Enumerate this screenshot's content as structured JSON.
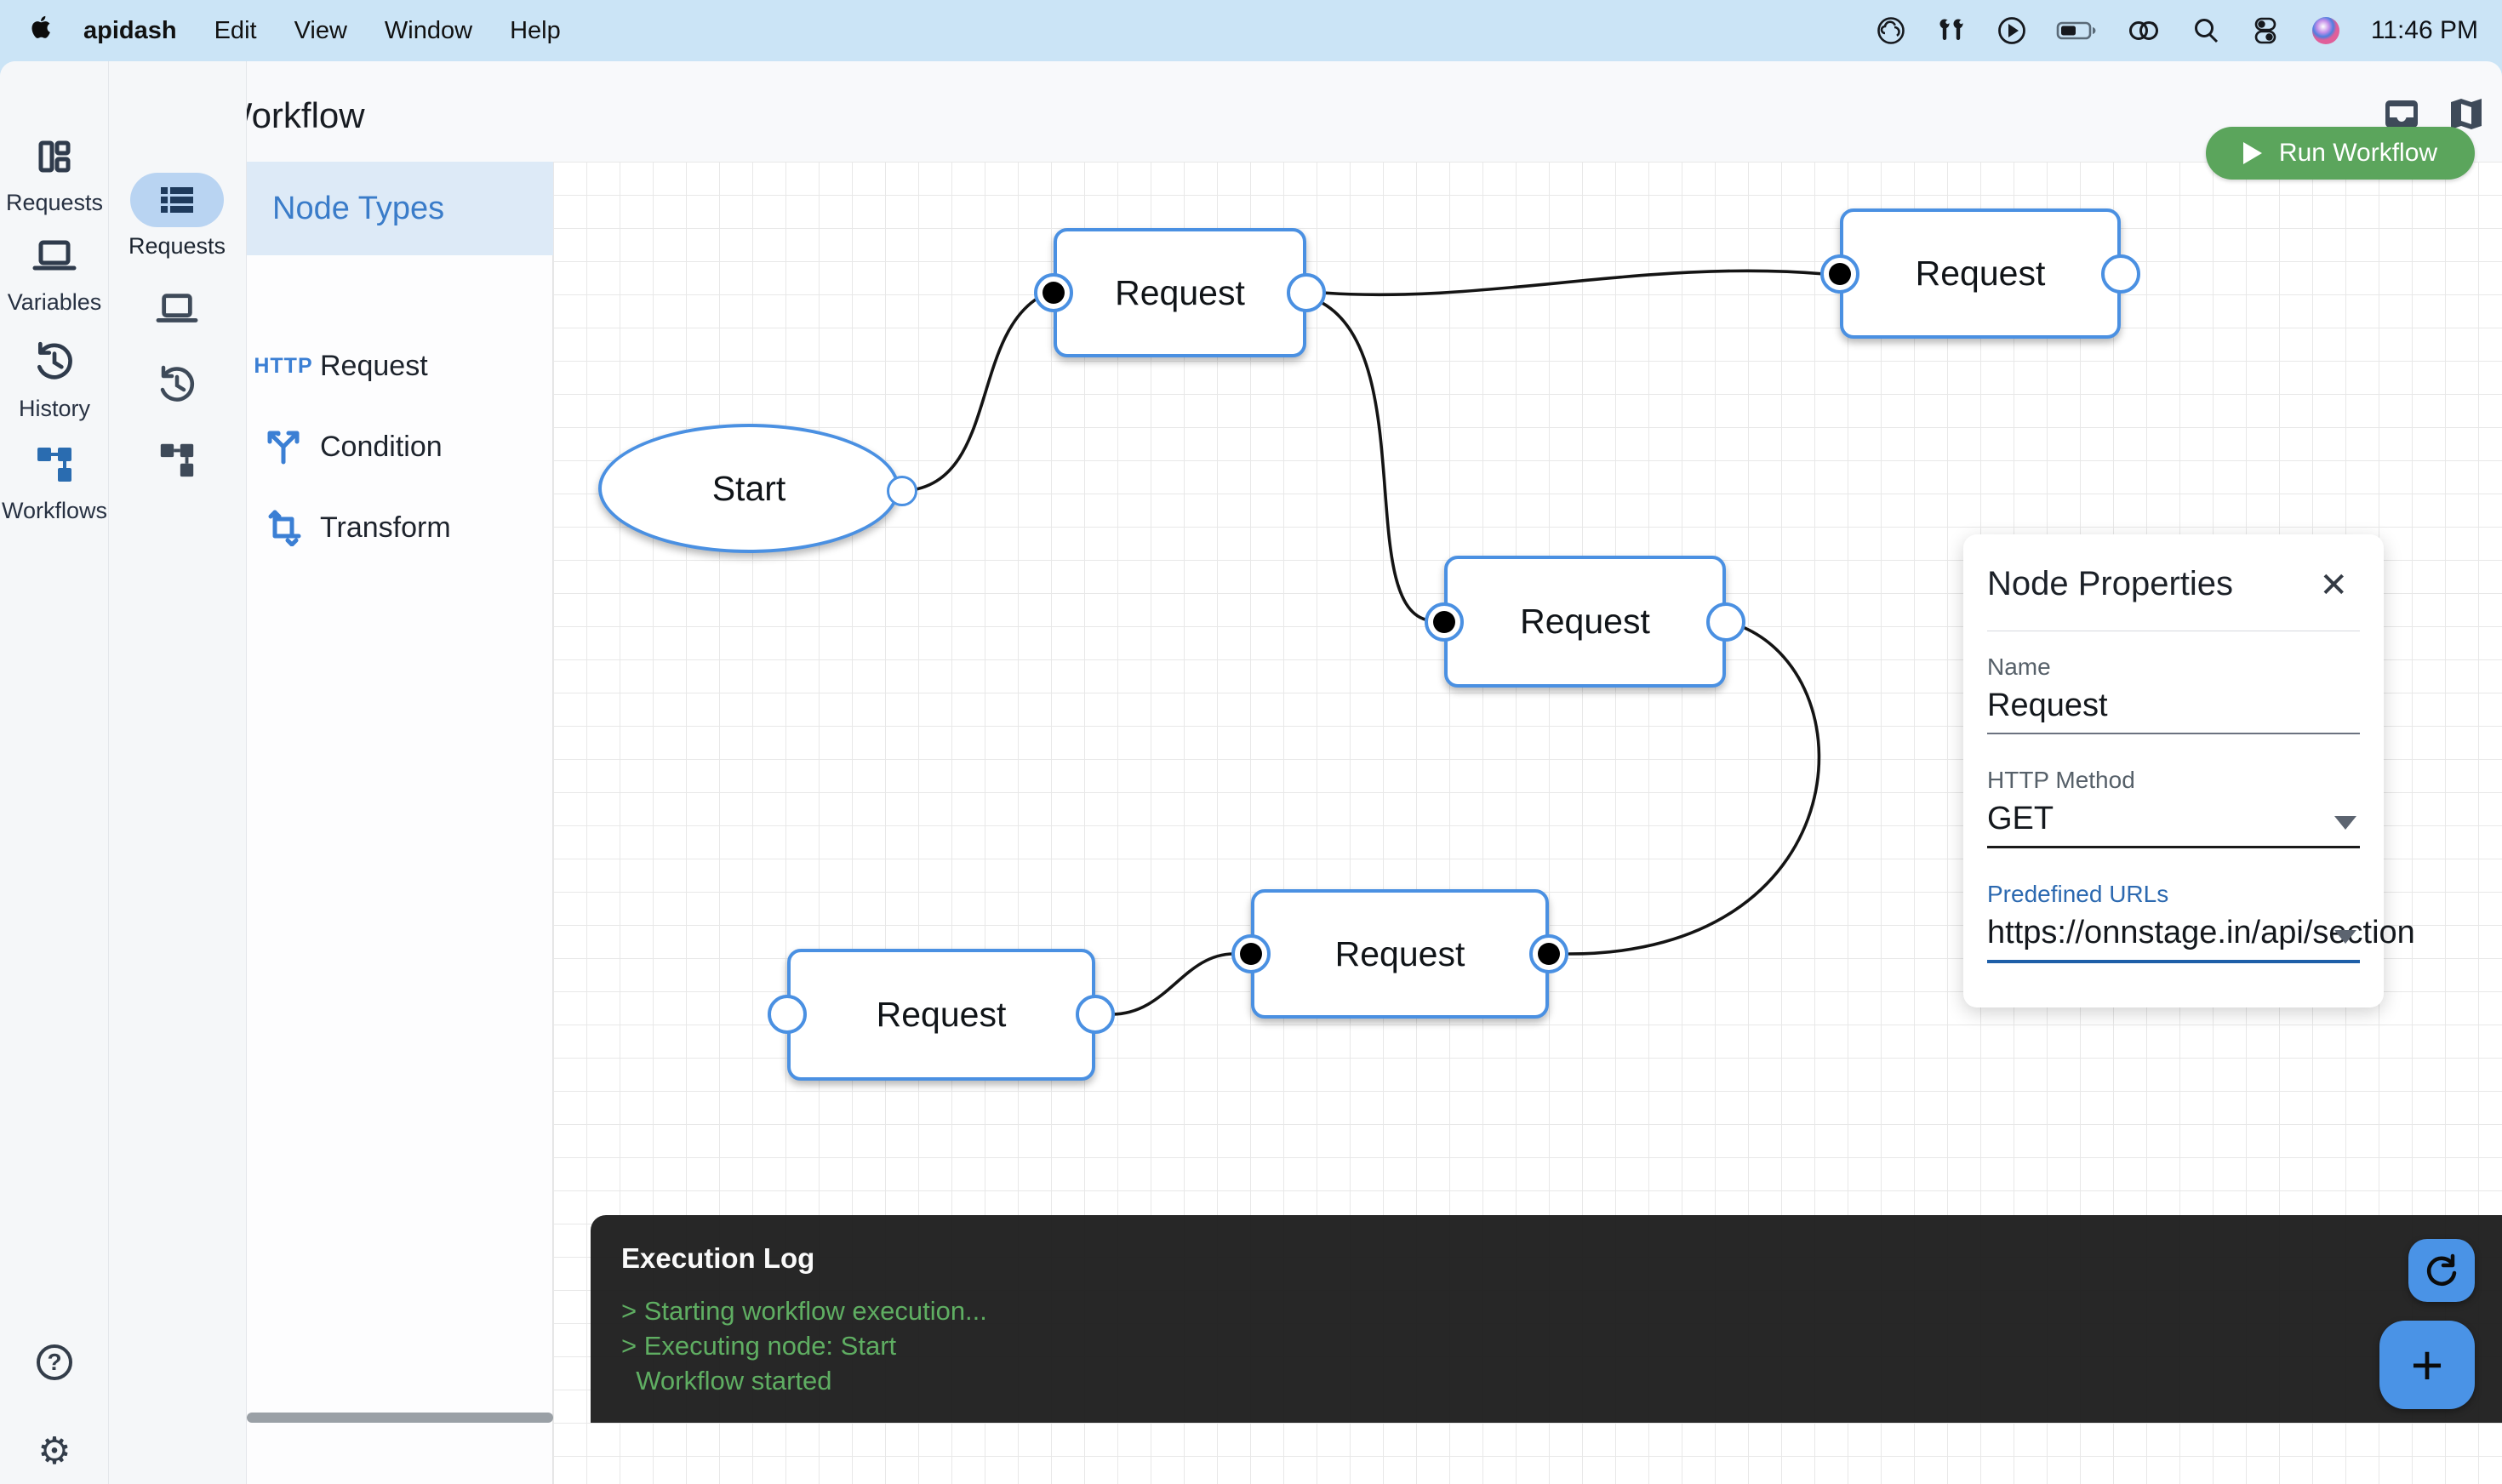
{
  "menu": {
    "app": "apidash",
    "items": [
      "Edit",
      "View",
      "Window",
      "Help"
    ],
    "time": "11:46 PM",
    "status_icons": [
      "creative-cloud-icon",
      "airpods-icon",
      "play-circle-icon",
      "battery-icon",
      "linked-rings-icon",
      "spotlight-search-icon",
      "control-center-icon",
      "siri-icon"
    ]
  },
  "window": {
    "title": "New Workflow"
  },
  "rail": {
    "items": [
      {
        "label": "Requests"
      },
      {
        "label": "Variables"
      },
      {
        "label": "History"
      },
      {
        "label": "Workflows"
      }
    ],
    "help": "?",
    "gear": "⚙"
  },
  "subrail": {
    "active_label": "Requests"
  },
  "node_panel": {
    "title": "Node Types",
    "items": [
      {
        "badge": "HTTP",
        "label": "Request"
      },
      {
        "icon": "branch-icon",
        "label": "Condition"
      },
      {
        "icon": "transform-icon",
        "label": "Transform"
      }
    ]
  },
  "canvas": {
    "nodes": [
      {
        "id": "start",
        "label": "Start"
      },
      {
        "id": "request-top",
        "label": "Request"
      },
      {
        "id": "request-top-right",
        "label": "Request"
      },
      {
        "id": "request-middle",
        "label": "Request"
      },
      {
        "id": "request-bottom-left",
        "label": "Request"
      },
      {
        "id": "request-bottom-middle",
        "label": "Request"
      }
    ],
    "run_button": "Run Workflow"
  },
  "properties": {
    "title": "Node Properties",
    "close": "✕",
    "name_label": "Name",
    "name_value": "Request",
    "method_label": "HTTP Method",
    "method_value": "GET",
    "urls_label": "Predefined URLs",
    "urls_value": "https://onnstage.in/api/section"
  },
  "log": {
    "title": "Execution Log",
    "lines": "> Starting workflow execution...\n> Executing node: Start\n  Workflow started"
  },
  "fabs": {
    "plus": "+"
  },
  "colors": {
    "accent_blue": "#4a90e2",
    "run_green": "#5ba55c",
    "log_green": "#5fae62",
    "fab_blue": "#4a93e6",
    "panel_blue_header": "#ddeaf7"
  }
}
